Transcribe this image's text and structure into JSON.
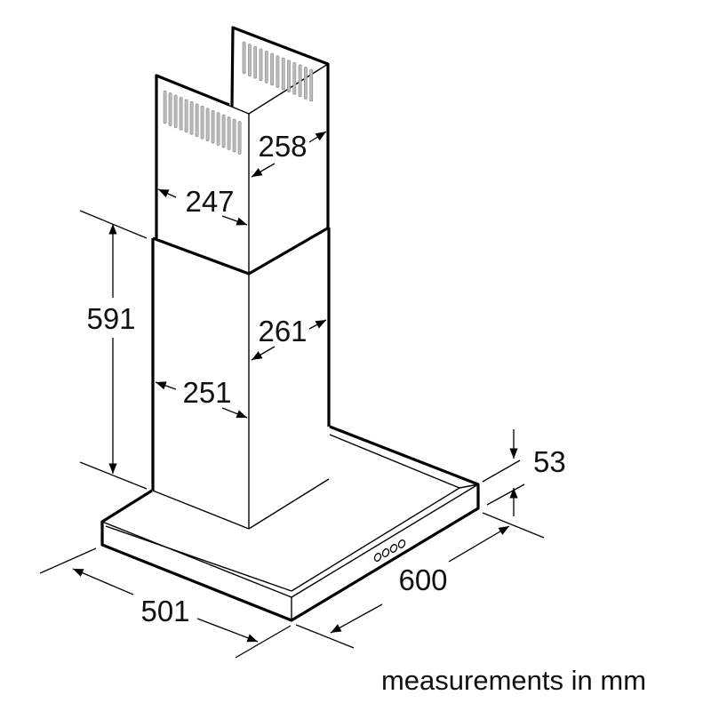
{
  "diagram": {
    "dimensions": {
      "upper_chimney_depth": "258",
      "upper_chimney_width": "247",
      "lower_chimney_depth": "261",
      "lower_chimney_width": "251",
      "chimney_height": "591",
      "hood_depth": "501",
      "hood_width": "600",
      "hood_height": "53"
    },
    "caption": "measurements in mm"
  }
}
